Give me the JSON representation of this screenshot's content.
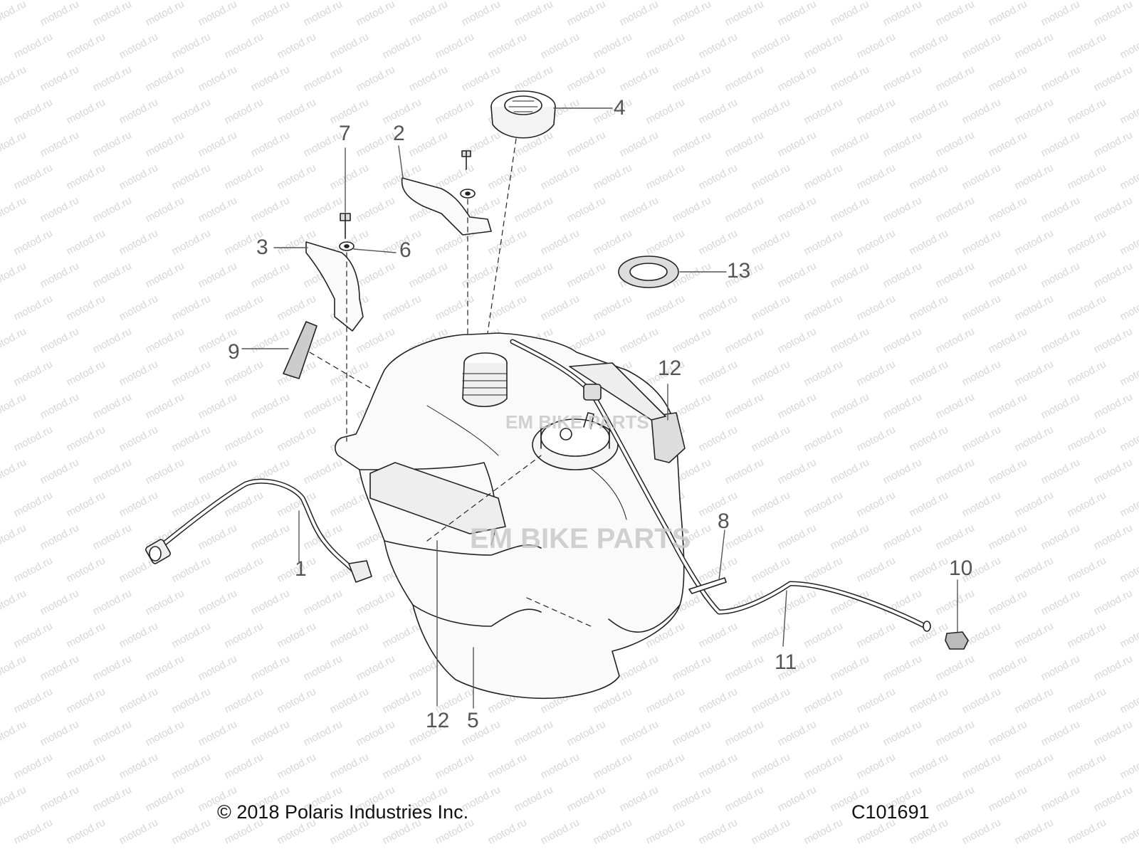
{
  "watermark": "motod.ru",
  "logo_text": "EM BIKE PARTS",
  "callouts": {
    "c1": "1",
    "c2": "2",
    "c3": "3",
    "c4": "4",
    "c5": "5",
    "c6": "6",
    "c7": "7",
    "c8": "8",
    "c9": "9",
    "c10": "10",
    "c11": "11",
    "c12a": "12",
    "c12b": "12",
    "c13": "13"
  },
  "footer": {
    "copyright": "© 2018 Polaris Industries Inc.",
    "figure_id": "C101691"
  },
  "colors": {
    "line": "#222222",
    "callout": "#555555",
    "watermark": "#d6d6d6"
  }
}
